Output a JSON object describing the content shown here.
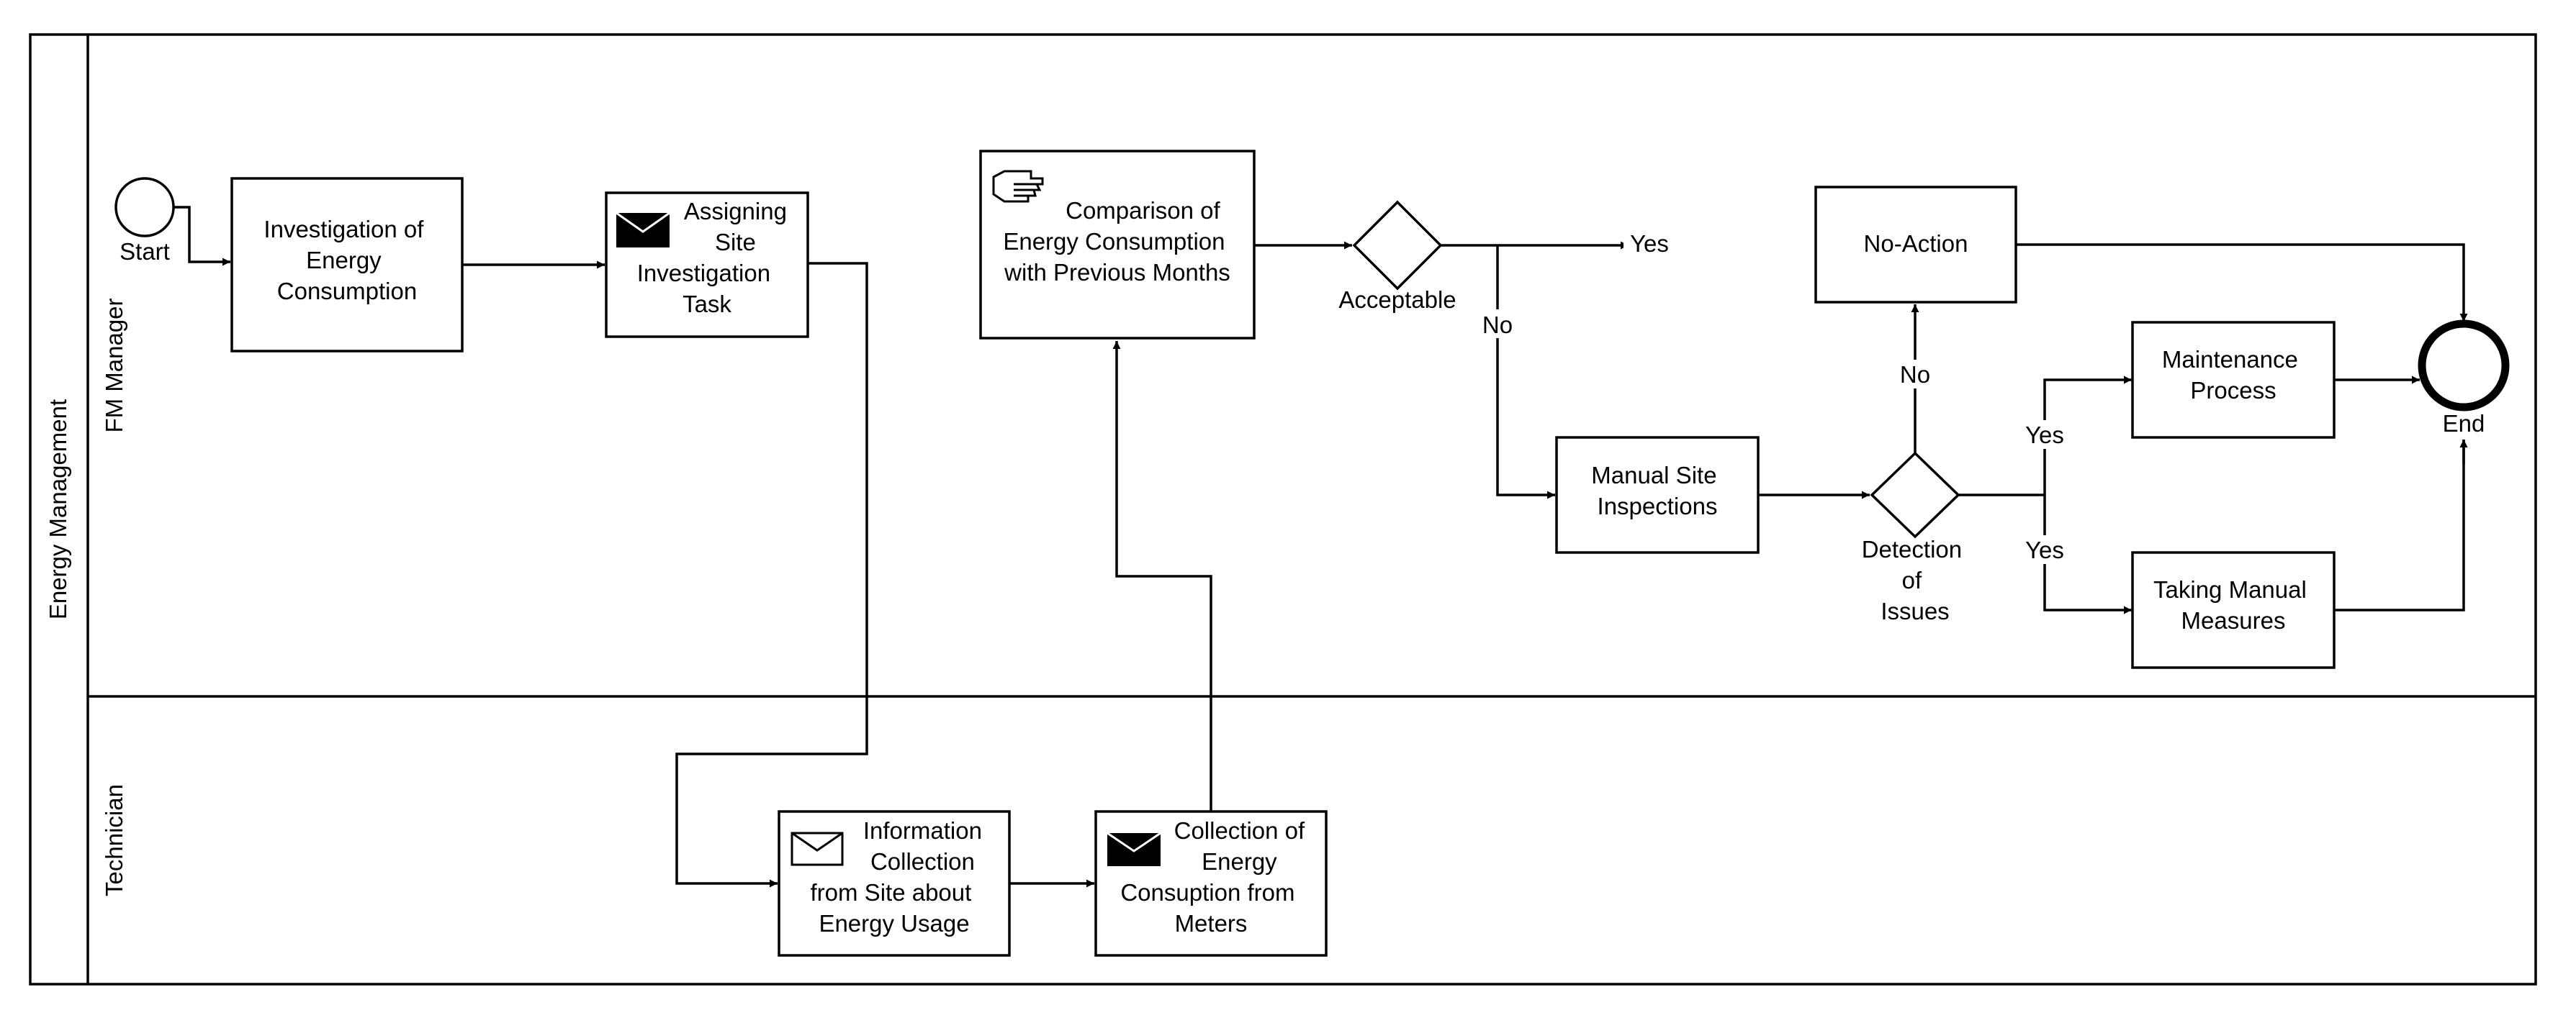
{
  "pool": {
    "label": "Energy Management"
  },
  "lanes": [
    {
      "id": "fm",
      "label": "FM Manager"
    },
    {
      "id": "tech",
      "label": "Technician"
    }
  ],
  "events": {
    "start": {
      "label": "Start"
    },
    "end": {
      "label": "End"
    }
  },
  "tasks": {
    "investigation": {
      "lines": [
        "Investigation of",
        "Energy",
        "Consumption"
      ]
    },
    "assigning": {
      "lines": [
        "Assigning",
        "Site",
        "Investigation",
        "Task"
      ],
      "icon": "send-message-icon"
    },
    "comparison": {
      "lines": [
        "Comparison of",
        "Energy Consumption",
        "with Previous Months"
      ],
      "icon": "manual-task-hand-icon"
    },
    "no_action": {
      "lines": [
        "No-Action"
      ]
    },
    "manual_site": {
      "lines": [
        "Manual Site",
        "Inspections"
      ]
    },
    "maintenance": {
      "lines": [
        "Maintenance",
        "Process"
      ]
    },
    "taking_manual": {
      "lines": [
        "Taking Manual",
        "Measures"
      ]
    },
    "info_collection": {
      "lines": [
        "Information",
        "Collection",
        "from Site about",
        "Energy Usage"
      ],
      "icon": "receive-message-icon"
    },
    "collection_meters": {
      "lines": [
        "Collection of",
        "Energy",
        "Consuption from",
        "Meters"
      ],
      "icon": "send-message-icon"
    }
  },
  "gateways": {
    "acceptable": {
      "lines": [
        "Acceptable"
      ]
    },
    "detection": {
      "lines": [
        "Detection",
        "of",
        "Issues"
      ]
    }
  },
  "flow_labels": {
    "yes_top": "Yes",
    "no_left": "No",
    "no_up": "No",
    "yes_upper": "Yes",
    "yes_lower": "Yes"
  }
}
